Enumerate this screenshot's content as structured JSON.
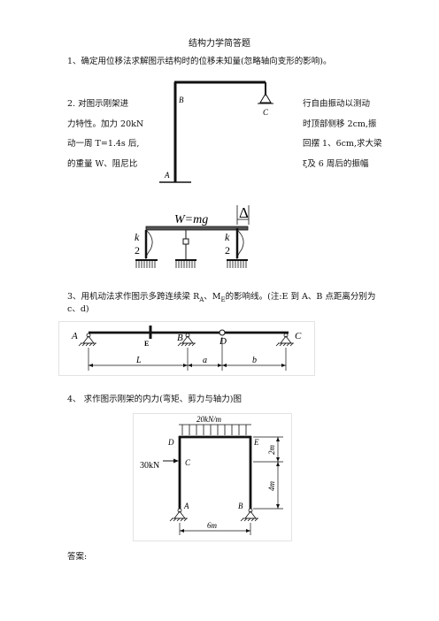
{
  "title": "结构力学简答题",
  "q1": "1、确定用位移法求解图示结构时的位移未知量(忽略轴向变形的影响)。",
  "q2": {
    "left": [
      "2. 对图示刚架进",
      "力特性。加力 20kN",
      "动一周 T=1.4s 后,",
      "的重量 W、阻尼比"
    ],
    "right": [
      "行自由振动以测动",
      "时顶部侧移 2cm,振",
      "回摆 1、6cm,求大梁",
      "ξ及 6 周后的振幅"
    ]
  },
  "fig1": {
    "label_a": "A",
    "label_b": "B",
    "label_c": "C"
  },
  "fig2": {
    "weight_label": "W=mg",
    "delta": "Δ",
    "spring_k": "k",
    "spring_2": "2"
  },
  "q3": {
    "line1": "3、用机动法求作图示多跨连续梁 R",
    "line1_sub1": "A",
    "line1_mid": "、M",
    "line1_sub2": "E",
    "line1_end": "的影响线。(注:E 到 A、B 点距离分别为",
    "line2": "c、d)"
  },
  "fig3": {
    "a": "A",
    "e": "E",
    "b": "B",
    "d": "D",
    "c": "C",
    "dim_l": "L",
    "dim_a": "a",
    "dim_b": "b"
  },
  "q4": "4、  求作图示刚架的内力(弯矩、剪力与轴力)图",
  "fig4": {
    "load": "20kN/m",
    "force": "30kN",
    "d": "D",
    "e": "E",
    "c": "C",
    "a": "A",
    "b": "B",
    "dim_2m": "2m",
    "dim_4m": "4m",
    "dim_6m": "6m"
  },
  "answer": "答案:"
}
